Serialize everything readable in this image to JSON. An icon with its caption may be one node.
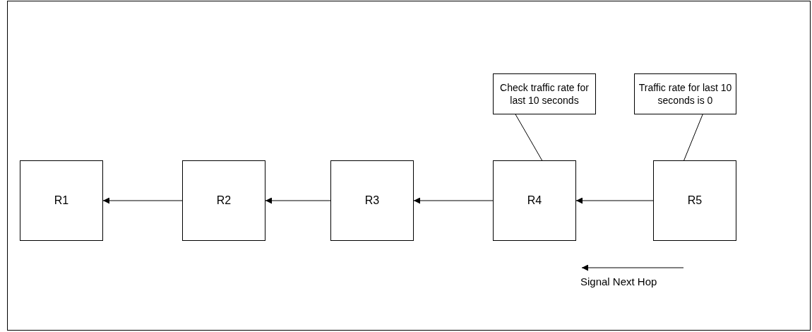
{
  "diagram": {
    "nodes": [
      {
        "text": [
          "Check traffic rate for last 10 seconds"
        ]
      },
      {
        "text": [
          "Traffic rate for last 10 seconds is 0"
        ]
      },
      {
        "text": [
          "R1"
        ]
      },
      {
        "text": [
          "R2"
        ]
      },
      {
        "text": [
          "R3"
        ]
      },
      {
        "text": [
          "R4"
        ]
      },
      {
        "text": [
          "R5"
        ]
      }
    ],
    "edges": [
      {
        "from": 6,
        "to": 5,
        "arrow": "to"
      },
      {
        "from": 5,
        "to": 4,
        "arrow": "to"
      },
      {
        "from": 4,
        "to": 3,
        "arrow": "to"
      },
      {
        "from": 3,
        "to": 2,
        "arrow": "to"
      },
      {
        "from": 0,
        "to": 5,
        "arrow": "none"
      },
      {
        "from": 1,
        "to": 6,
        "arrow": "none"
      }
    ],
    "legend": [
      {
        "text": "Signal Next Hop"
      }
    ]
  }
}
